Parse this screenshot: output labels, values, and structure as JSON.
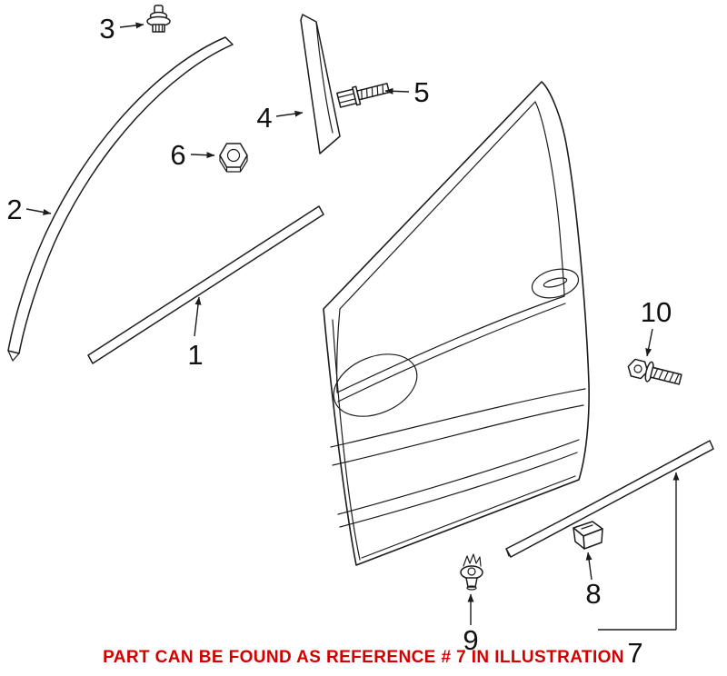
{
  "colors": {
    "background": "#ffffff",
    "line": "#1c1c1c",
    "label": "#111111",
    "caption": "#d40000"
  },
  "caption": {
    "text": "PART CAN BE FOUND AS REFERENCE # 7 IN ILLUSTRATION"
  },
  "parts": [
    {
      "label": "1"
    },
    {
      "label": "2"
    },
    {
      "label": "3"
    },
    {
      "label": "4"
    },
    {
      "label": "5"
    },
    {
      "label": "6"
    },
    {
      "label": "7"
    },
    {
      "label": "8"
    },
    {
      "label": "9"
    },
    {
      "label": "10"
    }
  ]
}
